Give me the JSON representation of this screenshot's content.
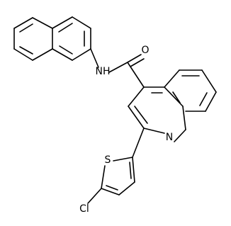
{
  "molecule": {
    "atoms": {
      "oxygen": "O",
      "amide_nh": "NH",
      "quinoline_n": "N",
      "thiophene_s": "S",
      "chlorine": "Cl"
    }
  }
}
